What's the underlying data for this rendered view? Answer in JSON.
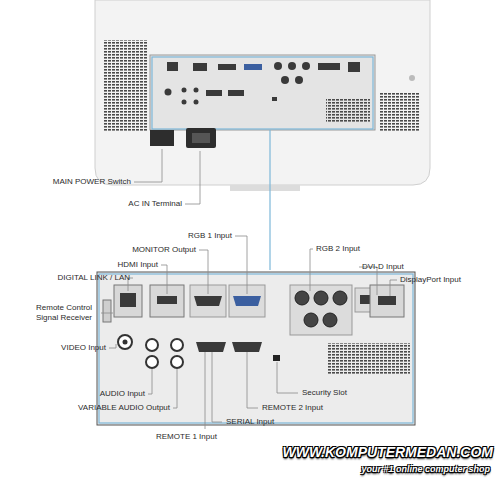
{
  "diagram": {
    "labels": [
      "MAIN POWER Switch",
      "AC IN Terminal",
      "RGB 1 Input",
      "MONITOR Output",
      "HDMI Input",
      "DIGITAL LINK / LAN",
      "Remote Control Signal Receiver",
      "VIDEO Input",
      "AUDIO Input",
      "VARIABLE AUDIO Output",
      "REMOTE 1 Input",
      "SERIAL Input",
      "REMOTE 2 Input",
      "Security Slot",
      "RGB 2 Input",
      "DVI-D Input",
      "DisplayPort Input",
      "WWW.KOMPUTERMEDAN.COM",
      "your #1 online computer shop"
    ]
  }
}
